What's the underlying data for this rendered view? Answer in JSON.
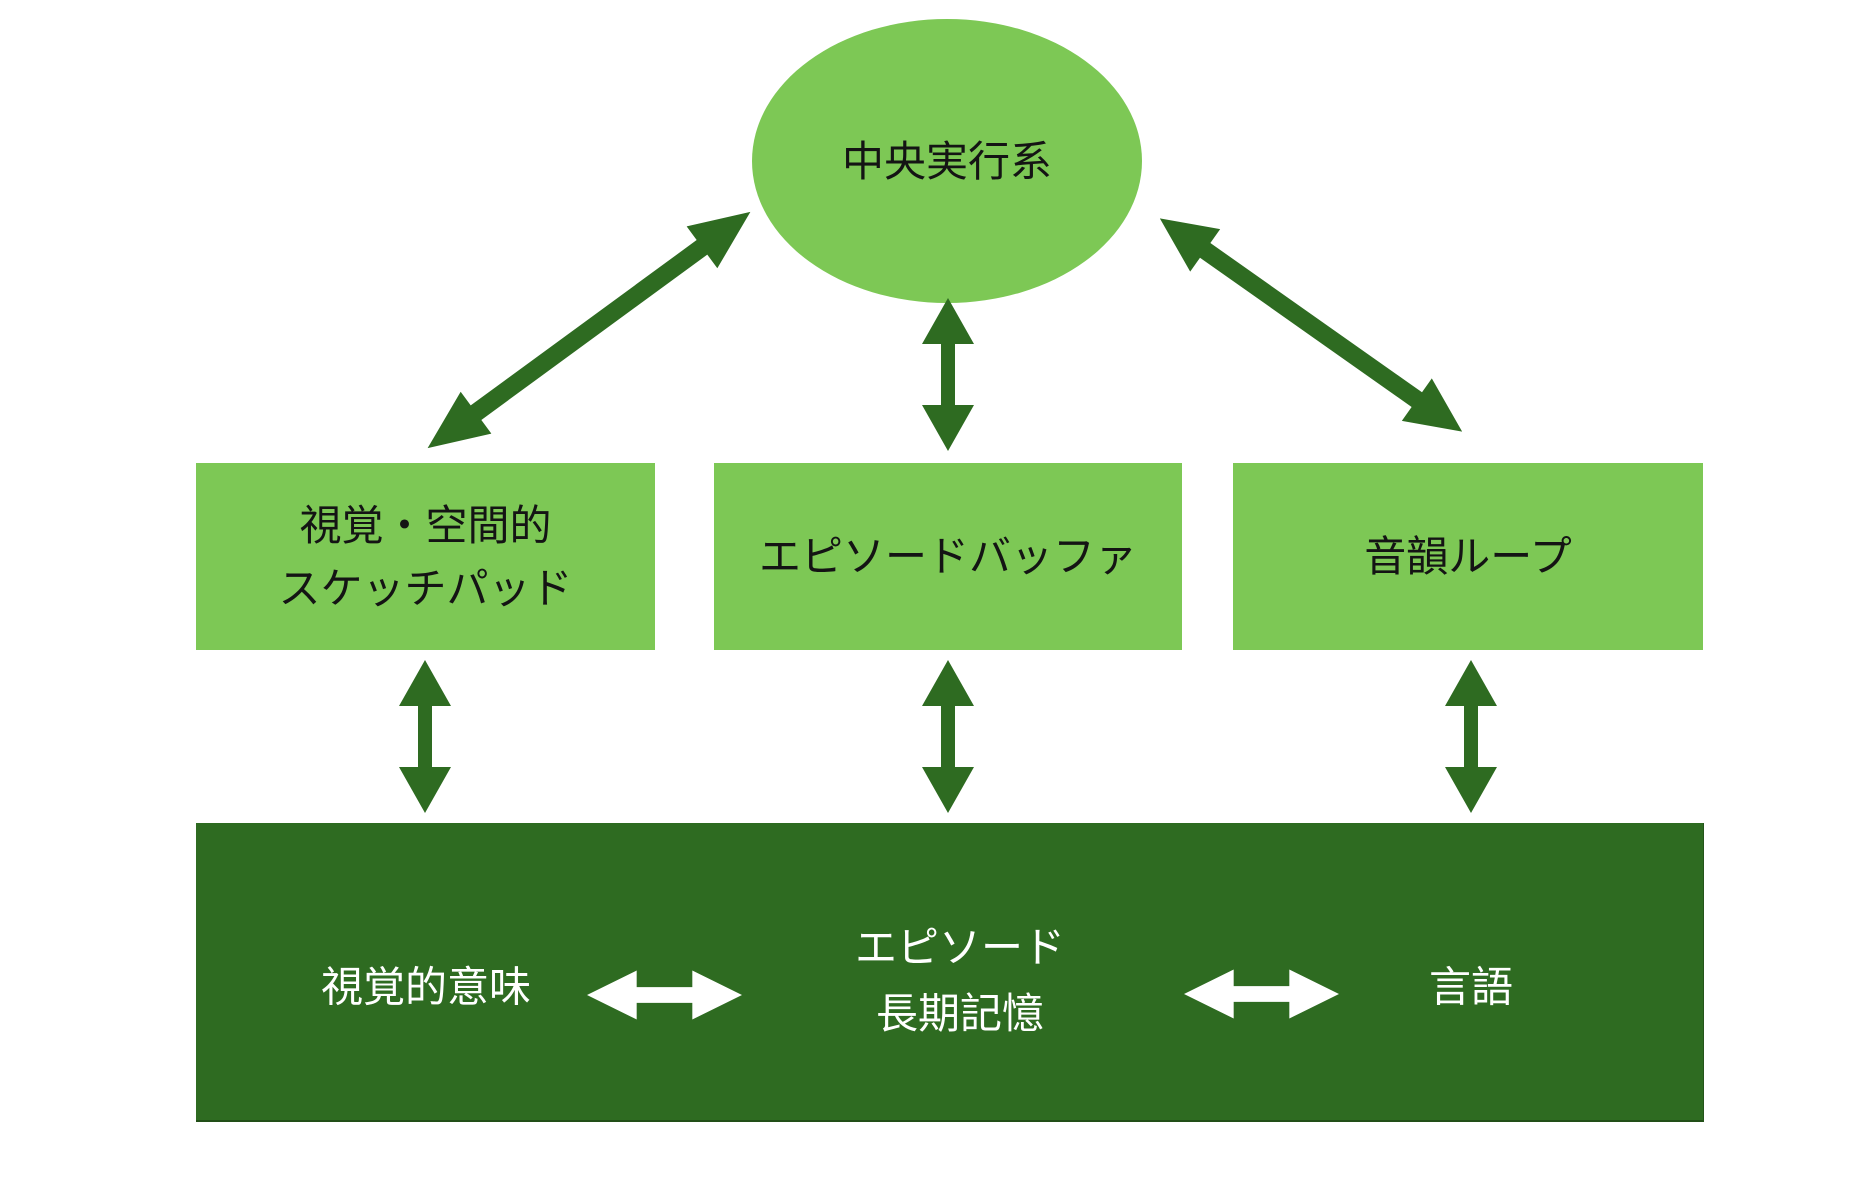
{
  "colors": {
    "background": "#ffffff",
    "light-green": "#7dc855",
    "dark-green": "#2e6b21",
    "text-dark": "#141414",
    "text-light": "#ffffff"
  },
  "diagram": {
    "central": {
      "label": "中央実行系"
    },
    "boxes": [
      {
        "label_line1": "視覚・空間的",
        "label_line2": "スケッチパッド"
      },
      {
        "label": "エピソードバッファ"
      },
      {
        "label": "音韻ループ"
      }
    ],
    "ltm_bar": {
      "left_label": "視覚的意味",
      "center_label_line1": "エピソード",
      "center_label_line2": "長期記憶",
      "right_label": "言語"
    },
    "arrows": {
      "style": "double-headed",
      "between_top_and_middle": 3,
      "between_middle_and_bar": 3,
      "inside_bar": 2
    }
  }
}
